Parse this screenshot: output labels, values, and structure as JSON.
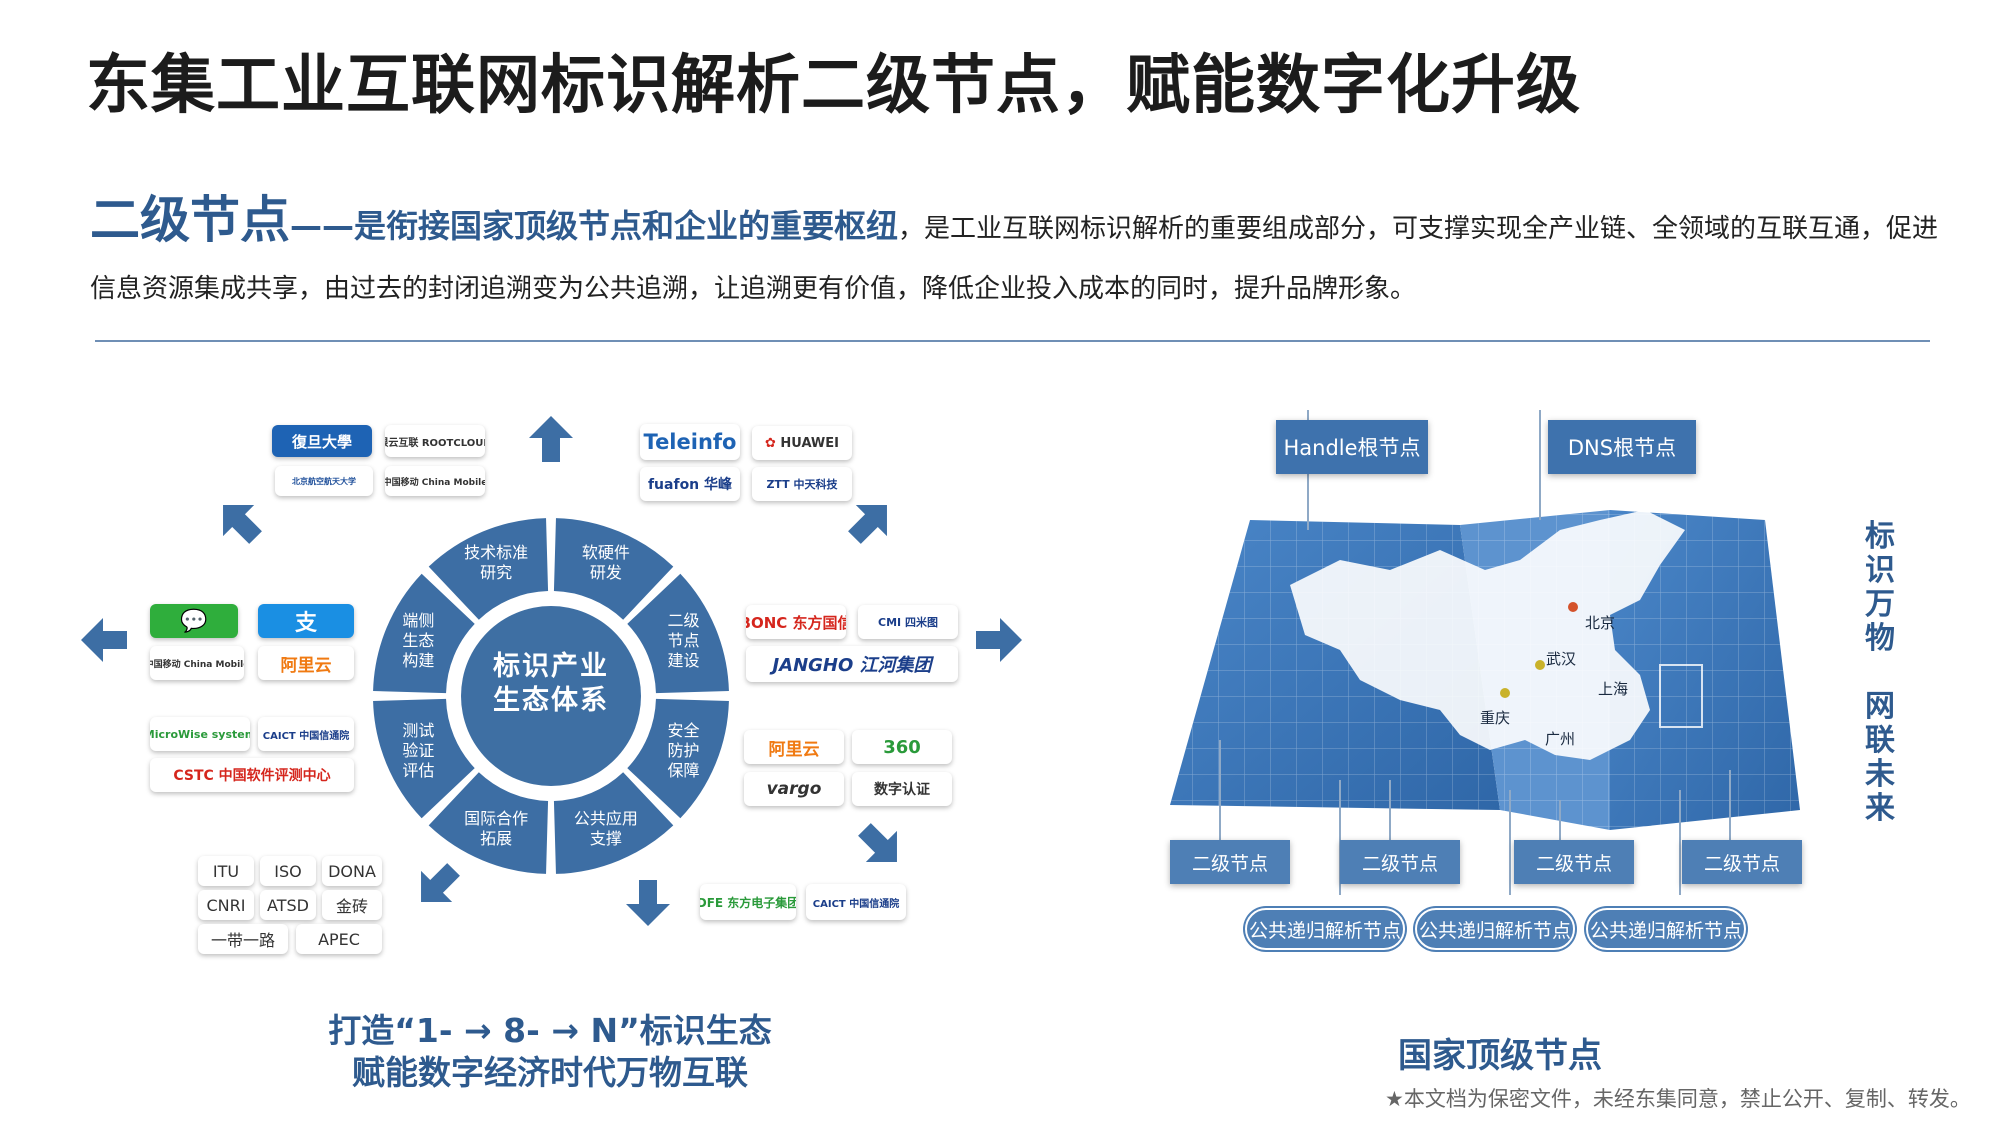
{
  "title": "东集工业互联网标识解析二级节点，赋能数字化升级",
  "intro": {
    "keyword": "二级节点",
    "dash": "——",
    "emphasis": "是衔接国家顶级节点和企业的重要枢纽",
    "body": "，是工业互联网标识解析的重要组成部分，可支撑实现全产业链、全领域的互联互通，促进信息资源集成共享，由过去的封闭追溯变为公共追溯，让追溯更有价值，降低企业投入成本的同时，提升品牌形象。"
  },
  "ecosystem": {
    "center": [
      "标识产业",
      "生态体系"
    ],
    "segments": [
      {
        "label": [
          "软硬件",
          "研发"
        ]
      },
      {
        "label": [
          "二级",
          "节点",
          "建设"
        ]
      },
      {
        "label": [
          "安全",
          "防护",
          "保障"
        ]
      },
      {
        "label": [
          "公共应用",
          "支撑"
        ]
      },
      {
        "label": [
          "国际合作",
          "拓展"
        ]
      },
      {
        "label": [
          "测试",
          "验证",
          "评估"
        ]
      },
      {
        "label": [
          "端侧",
          "生态",
          "构建"
        ]
      },
      {
        "label": [
          "技术标准",
          "研究"
        ]
      }
    ],
    "logos": {
      "top_left": [
        "復旦大學",
        "根云互联 ROOTCLOUD",
        "北京航空航天大学",
        "中国移动 China Mobile"
      ],
      "top_right": [
        "Teleinfo",
        "HUAWEI",
        "fuafon 华峰",
        "ZTT 中天科技"
      ],
      "left": [
        "微信",
        "支",
        "中国移动 China Mobile",
        "阿里云"
      ],
      "right": [
        "BONC 东方国信",
        "CMI 四米图",
        "JANGHO 江河集团"
      ],
      "lower_left": [
        "MicroWise system",
        "CAICT 中国信通院",
        "CSTC 中国软件评测中心"
      ],
      "lower_right": [
        "阿里云",
        "360",
        "vargo",
        "数字认证"
      ],
      "bottom_right": [
        "DFE 东方电子集团",
        "CAICT 中国信通院"
      ],
      "orgs": [
        "ITU",
        "ISO",
        "DONA",
        "CNRI",
        "ATSD",
        "金砖",
        "一带一路",
        "APEC"
      ]
    },
    "caption": [
      "打造“1- → 8- → N”标识生态",
      "赋能数字经济时代万物互联"
    ]
  },
  "map": {
    "top_nodes": [
      "Handle根节点",
      "DNS根节点"
    ],
    "cities": [
      "北京",
      "武汉",
      "上海",
      "重庆",
      "广州"
    ],
    "secondary_nodes": [
      "二级节点",
      "二级节点",
      "二级节点",
      "二级节点"
    ],
    "public_nodes": [
      "公共递归解析节点",
      "公共递归解析节点",
      "公共递归解析节点"
    ],
    "side_text": [
      "标",
      "识",
      "万",
      "物",
      "网",
      "联",
      "未",
      "来"
    ],
    "caption": "国家顶级节点"
  },
  "footnote": "★本文档为保密文件，未经东集同意，禁止公开、复制、转发。"
}
